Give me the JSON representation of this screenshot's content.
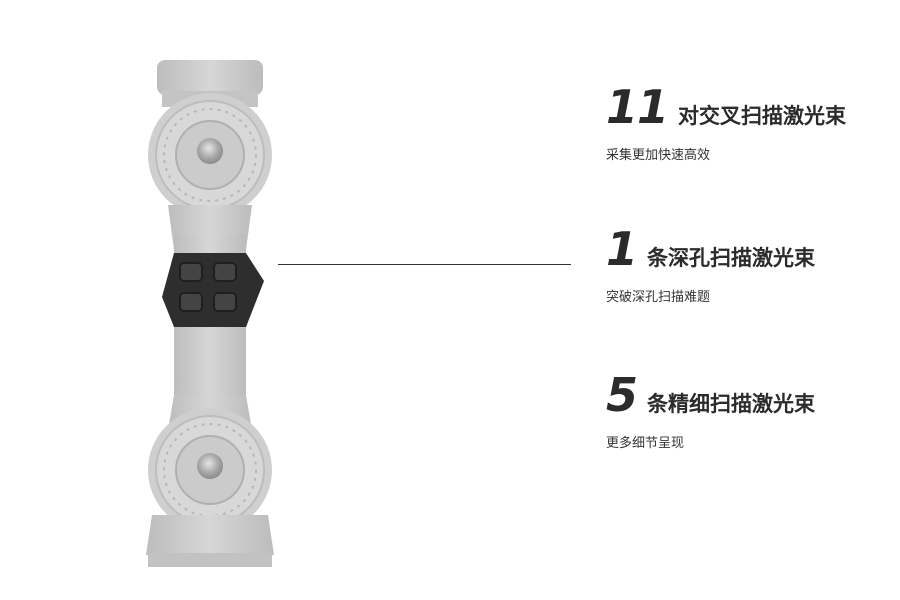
{
  "features": [
    {
      "number": "11",
      "title": "对交叉扫描激光束",
      "description": "采集更加快速高效"
    },
    {
      "number": "1",
      "title": "条深孔扫描激光束",
      "description": "突破深孔扫描难题"
    },
    {
      "number": "5",
      "title": "条精细扫描激光束",
      "description": "更多细节呈现"
    }
  ],
  "colors": {
    "text": "#2b2b2b",
    "scanner_body": "#c8c8c8",
    "button_panel": "#2e2e2e",
    "connector_line": "#333333"
  }
}
